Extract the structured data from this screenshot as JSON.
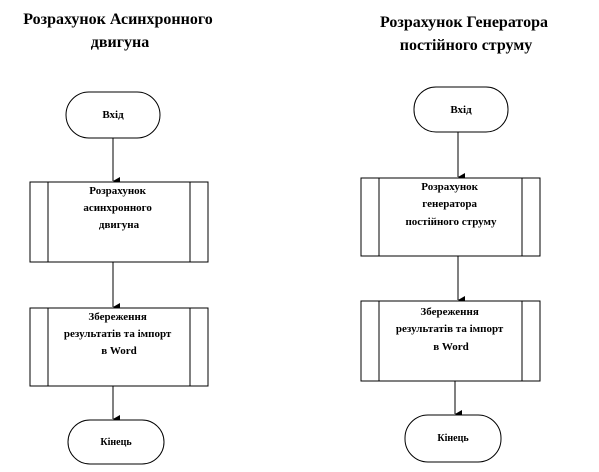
{
  "left_flowchart": {
    "title_lines": [
      "Розрахунок Асинхронного",
      "двигуна"
    ],
    "start_label": "Вхід",
    "calc_lines": [
      "Розрахунок",
      "асинхронного",
      "двигуна"
    ],
    "save_lines": [
      "Збереження",
      "результатів та імпорт",
      "в Word"
    ],
    "end_label": "Кінець"
  },
  "right_flowchart": {
    "title_lines": [
      "Розрахунок Генератора",
      "постійного струму"
    ],
    "start_label": "Вхід",
    "calc_lines": [
      "Розрахунок",
      "генератора",
      "постійного  струму"
    ],
    "save_lines": [
      "Збереження",
      "результатів та імпорт",
      "в Word"
    ],
    "end_label": "Кінець"
  },
  "colors": {
    "stroke": "#000000",
    "fill": "#ffffff",
    "text": "#000000"
  }
}
